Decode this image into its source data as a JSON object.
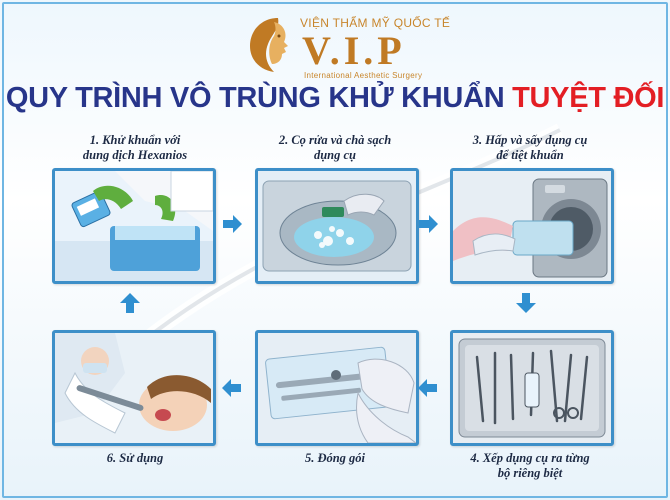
{
  "brand": {
    "top_line": "VIỆN THẨM MỸ QUỐC TẾ",
    "name": "V.I.P",
    "sub_line": "International  Aesthetic Surgery",
    "color": "#c07a24"
  },
  "headline": {
    "main": "QUY TRÌNH VÔ TRÙNG KHỬ KHUẨN",
    "accent": "TUYỆT ĐỐI",
    "main_color": "#27358a",
    "accent_color": "#e31e24"
  },
  "steps": [
    {
      "line1": "1. Khử khuẩn với",
      "line2": "dung dịch Hexanios"
    },
    {
      "line1": "2. Cọ rửa và chà sạch",
      "line2": "dụng cụ"
    },
    {
      "line1": "3. Hấp và sấy dụng cụ",
      "line2": "để tiệt khuẩn"
    },
    {
      "line1": "4. Xếp dụng cụ ra từng",
      "line2": "bộ riêng biệt"
    },
    {
      "line1": "5. Đóng gói",
      "line2": ""
    },
    {
      "line1": "6. Sử dụng",
      "line2": ""
    }
  ],
  "flow": [
    "right",
    "right",
    "down",
    "left",
    "left",
    "up"
  ],
  "colors": {
    "frame": "#3d8fc8",
    "arrow": "#2f8fd0",
    "caption": "#1d2a44"
  }
}
